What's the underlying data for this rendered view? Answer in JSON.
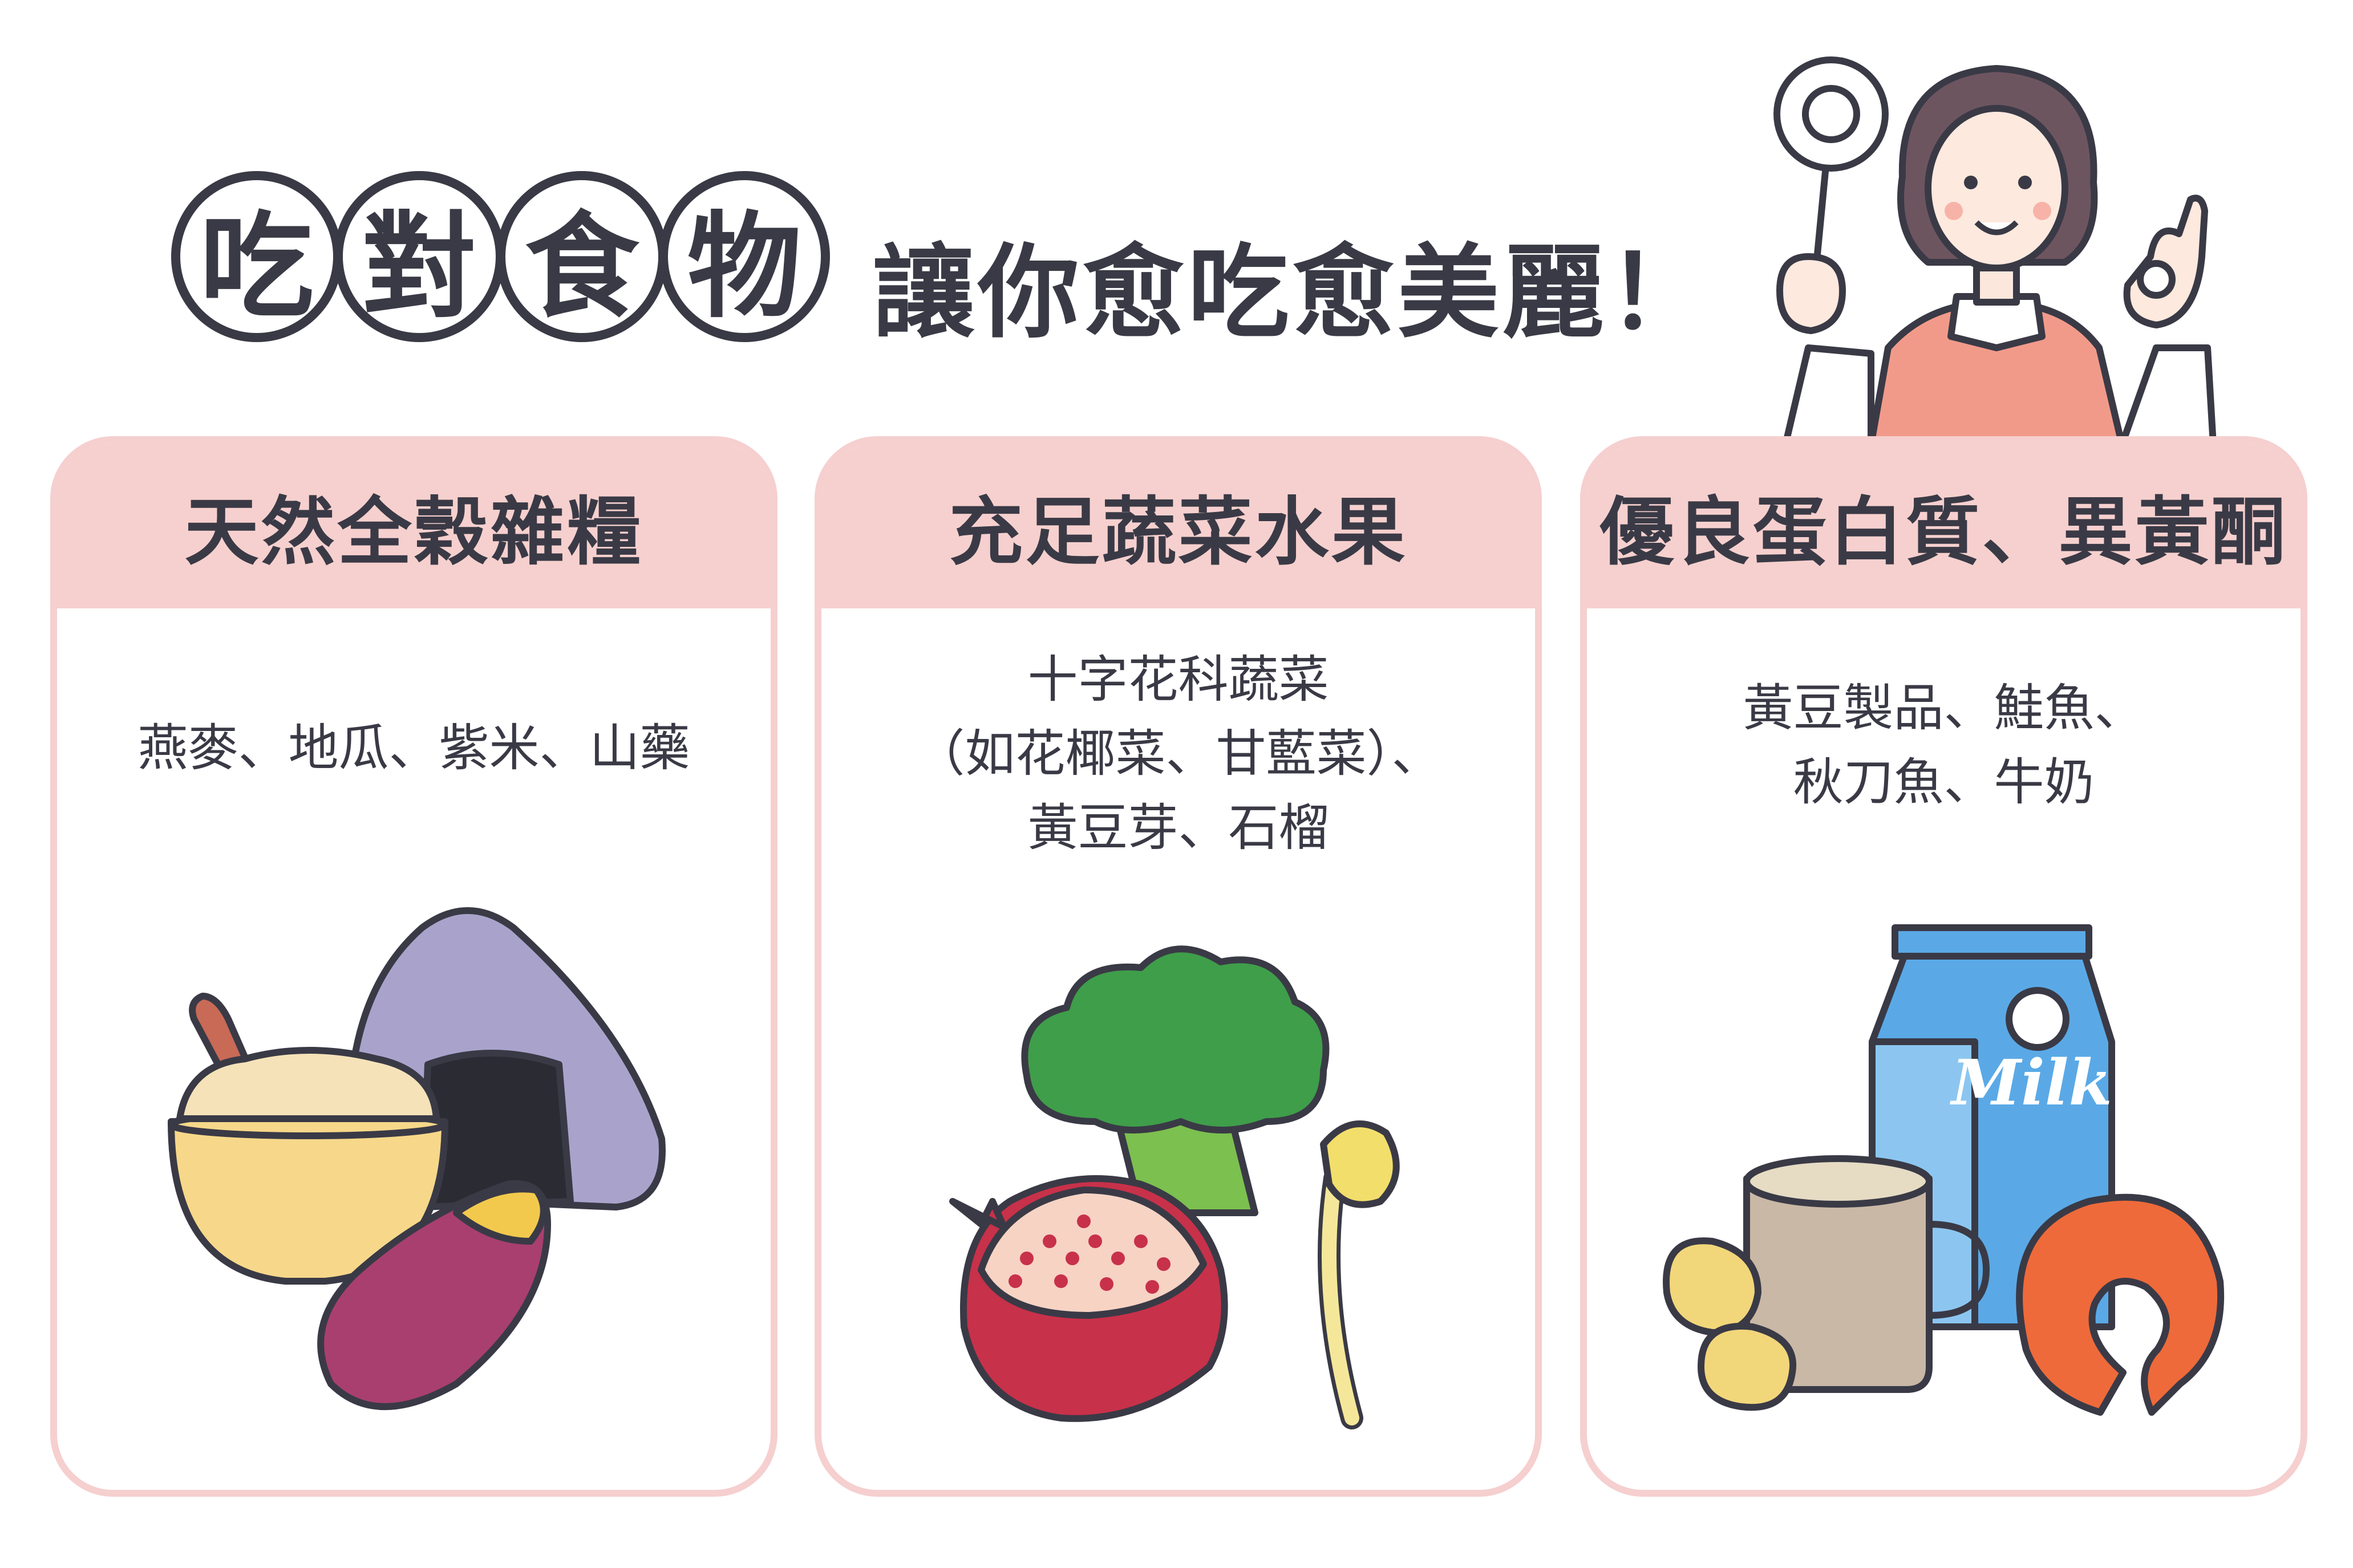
{
  "header": {
    "title_chars": [
      "吃",
      "對",
      "食",
      "物"
    ],
    "subtitle": "讓你愈吃愈美麗！"
  },
  "cards": [
    {
      "title": "天然全穀雜糧",
      "items": "燕麥、地瓜、紫米、山藥"
    },
    {
      "title": "充足蔬菜水果",
      "items": "十字花科蔬菜\n（如花椰菜、甘藍菜）、\n黃豆芽、石榴"
    },
    {
      "title": "優良蛋白質、異黃酮",
      "items": "黃豆製品、鮭魚、\n秋刀魚、牛奶"
    }
  ],
  "milk_label": "Milk",
  "colors": {
    "ink": "#3a3a46",
    "card_border": "#f6cfcf",
    "card_header": "#f6d0ce",
    "sweater": "#f29a8a",
    "milk_blue": "#5aa9e6",
    "salmon": "#ee6a3a",
    "pomegranate": "#c8314a",
    "broccoli": "#3f9e4a",
    "purple_rice": "#a9a3cc",
    "sweet_potato": "#a93f6f",
    "bowl": "#f7d88a"
  }
}
